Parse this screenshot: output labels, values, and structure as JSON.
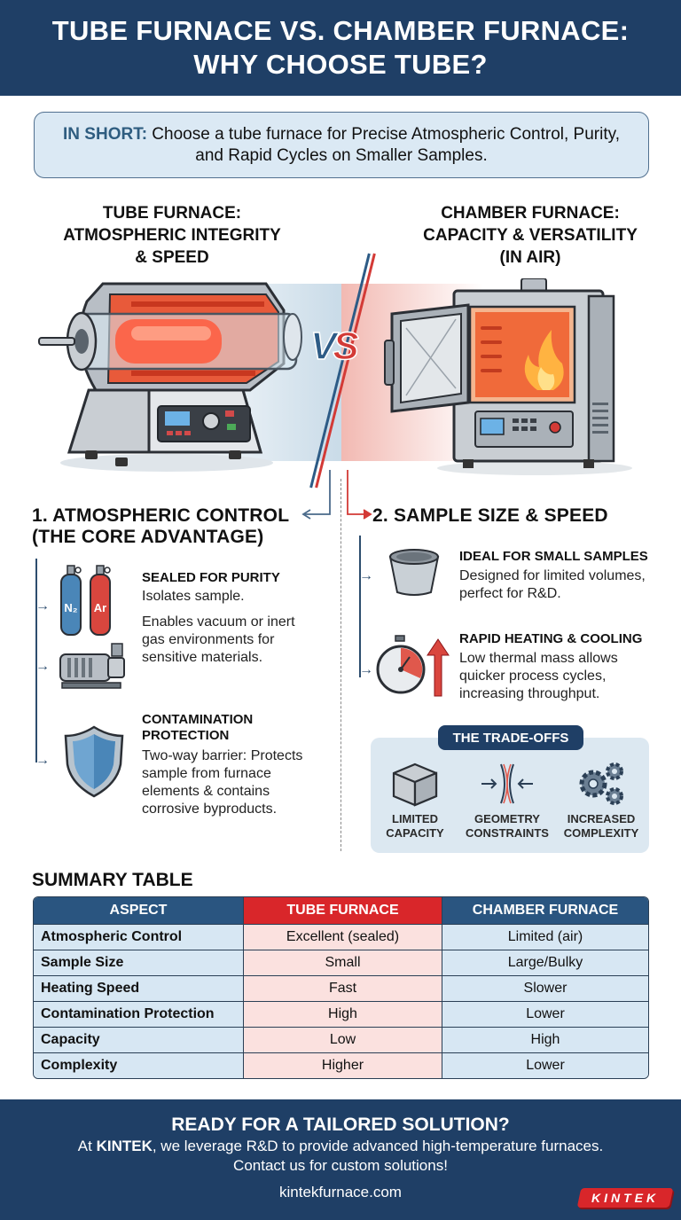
{
  "header": {
    "title_line1": "TUBE FURNACE VS. CHAMBER FURNACE:",
    "title_line2": "WHY CHOOSE TUBE?"
  },
  "in_short": {
    "lead": "IN SHORT:",
    "text": "Choose a tube furnace for Precise Atmospheric Control, Purity, and Rapid Cycles on Smaller Samples."
  },
  "comparison": {
    "left_heading": [
      "TUBE FURNACE:",
      "ATMOSPHERIC INTEGRITY",
      "& SPEED"
    ],
    "right_heading": [
      "CHAMBER FURNACE:",
      "CAPACITY & VERSATILITY",
      "(IN AIR)"
    ],
    "vs_label": {
      "v": "V",
      "s": "S"
    },
    "colors": {
      "blue": "#2d5b86",
      "red": "#d33a36"
    }
  },
  "section1": {
    "title_line1": "1. ATMOSPHERIC CONTROL",
    "title_line2": "(THE CORE ADVANTAGE)",
    "items": [
      {
        "title": "SEALED FOR PURITY",
        "desc1": "Isolates sample.",
        "desc2": "Enables vacuum or inert gas environments for sensitive materials.",
        "icons": [
          "gas-cylinder-n2-icon",
          "gas-cylinder-ar-icon",
          "vacuum-pump-icon"
        ],
        "cyl_labels": [
          "N₂",
          "Ar"
        ]
      },
      {
        "title_line1": "CONTAMINATION",
        "title_line2": "PROTECTION",
        "desc": "Two-way barrier: Protects sample from furnace elements & contains corrosive byproducts.",
        "icon": "shield-icon"
      }
    ]
  },
  "section2": {
    "title": "2. SAMPLE SIZE & SPEED",
    "items": [
      {
        "title": "IDEAL FOR SMALL SAMPLES",
        "desc": "Designed for limited volumes, perfect for R&D.",
        "icon": "crucible-icon"
      },
      {
        "title": "RAPID HEATING & COOLING",
        "desc": "Low thermal mass allows quicker process cycles, increasing throughput.",
        "icon": "stopwatch-icon"
      }
    ]
  },
  "tradeoffs": {
    "badge": "THE TRADE-OFFS",
    "items": [
      {
        "line1": "LIMITED",
        "line2": "CAPACITY",
        "icon": "box-icon"
      },
      {
        "line1": "GEOMETRY",
        "line2": "CONSTRAINTS",
        "icon": "constraint-arrows-icon"
      },
      {
        "line1": "INCREASED",
        "line2": "COMPLEXITY",
        "icon": "gears-icon"
      }
    ]
  },
  "summary": {
    "title": "SUMMARY TABLE",
    "headers": [
      "ASPECT",
      "TUBE FURNACE",
      "CHAMBER FURNACE"
    ],
    "rows": [
      [
        "Atmospheric Control",
        "Excellent (sealed)",
        "Limited (air)"
      ],
      [
        "Sample Size",
        "Small",
        "Large/Bulky"
      ],
      [
        "Heating Speed",
        "Fast",
        "Slower"
      ],
      [
        "Contamination Protection",
        "High",
        "Lower"
      ],
      [
        "Capacity",
        "Low",
        "High"
      ],
      [
        "Complexity",
        "Higher",
        "Lower"
      ]
    ]
  },
  "footer": {
    "cta": "READY FOR A TAILORED SOLUTION?",
    "line1_pre": "At ",
    "line1_brand": "KINTEK",
    "line1_post": ", we leverage R&D to provide advanced high-temperature furnaces.",
    "line2": "Contact us for custom solutions!",
    "website": "kintekfurnace.com",
    "logo": "KINTEK"
  }
}
